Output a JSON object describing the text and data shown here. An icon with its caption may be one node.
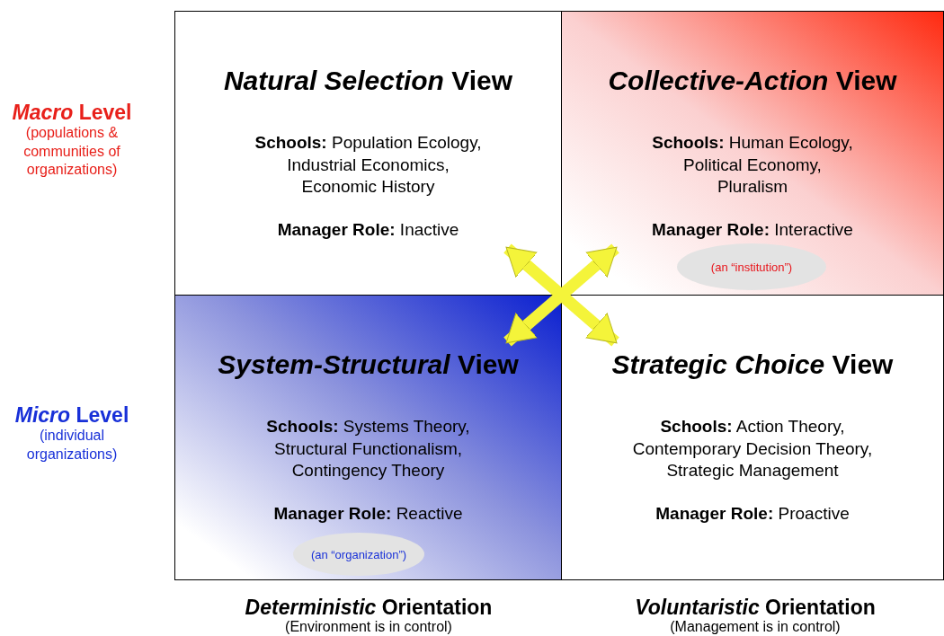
{
  "diagram": {
    "nodes": [
      {
        "text": [
          "*Natural Selection* View",
          "**Schools:** Population Ecology, Industrial Economics, Economic History",
          "**Manager Role:** Inactive"
        ]
      },
      {
        "text": [
          "*Collective-Action* View",
          "**Schools:** Human Ecology, Political Economy, Pluralism",
          "**Manager Role:** Interactive"
        ]
      },
      {
        "text": [
          "(an “institution”)"
        ],
        "in": 1
      },
      {
        "text": [
          "*System-Structural* View",
          "**Schools:** Systems Theory, Structural Functionalism, Contingency Theory",
          "**Manager Role:** Reactive"
        ]
      },
      {
        "text": [
          "(an “organization”)"
        ],
        "in": 3
      },
      {
        "text": [
          "*Strategic Choice* View",
          "**Schools:** Action Theory, Contemporary Decision Theory, Strategic Management",
          "**Manager Role:** Proactive"
        ]
      }
    ],
    "edges": [
      {
        "from": 0,
        "to": 5,
        "arrow": "both"
      },
      {
        "from": 3,
        "to": 1,
        "arrow": "both"
      }
    ],
    "labels": [
      "*Macro* Level",
      "(populations & communities of organizations)",
      "*Micro* Level",
      "(individual organizations)",
      "*Deterministic* Orientation",
      "(Environment is in control)",
      "*Voluntaristic* Orientation",
      "(Management is in control)"
    ]
  }
}
